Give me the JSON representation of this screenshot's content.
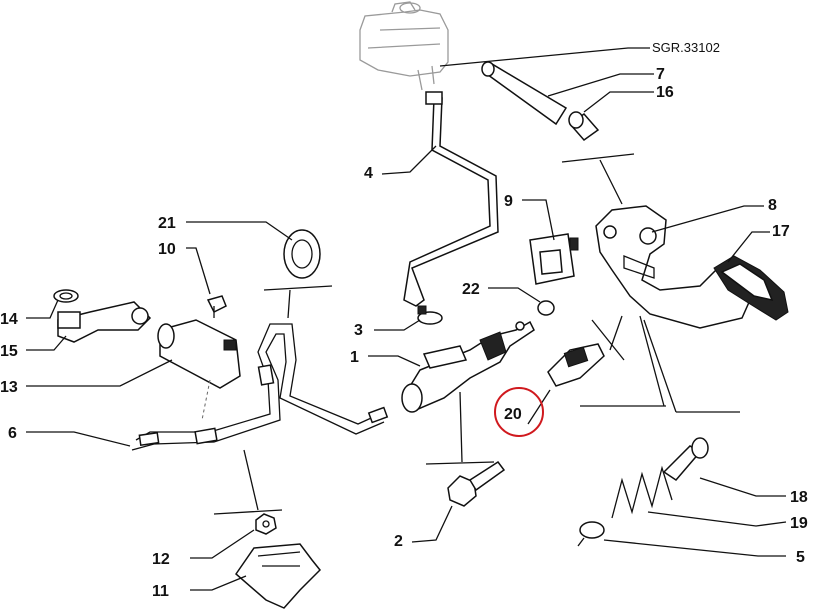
{
  "reference_code": "SGR.33102",
  "highlight_color": "#d0191e",
  "labels": {
    "p1": "1",
    "p2": "2",
    "p3": "3",
    "p4": "4",
    "p5": "5",
    "p6": "6",
    "p7": "7",
    "p8": "8",
    "p9": "9",
    "p10": "10",
    "p11": "11",
    "p12": "12",
    "p13": "13",
    "p14": "14",
    "p15": "15",
    "p16": "16",
    "p17": "17",
    "p18": "18",
    "p19": "19",
    "p20": "20",
    "p21": "21",
    "p22": "22"
  },
  "highlighted_part": "20"
}
